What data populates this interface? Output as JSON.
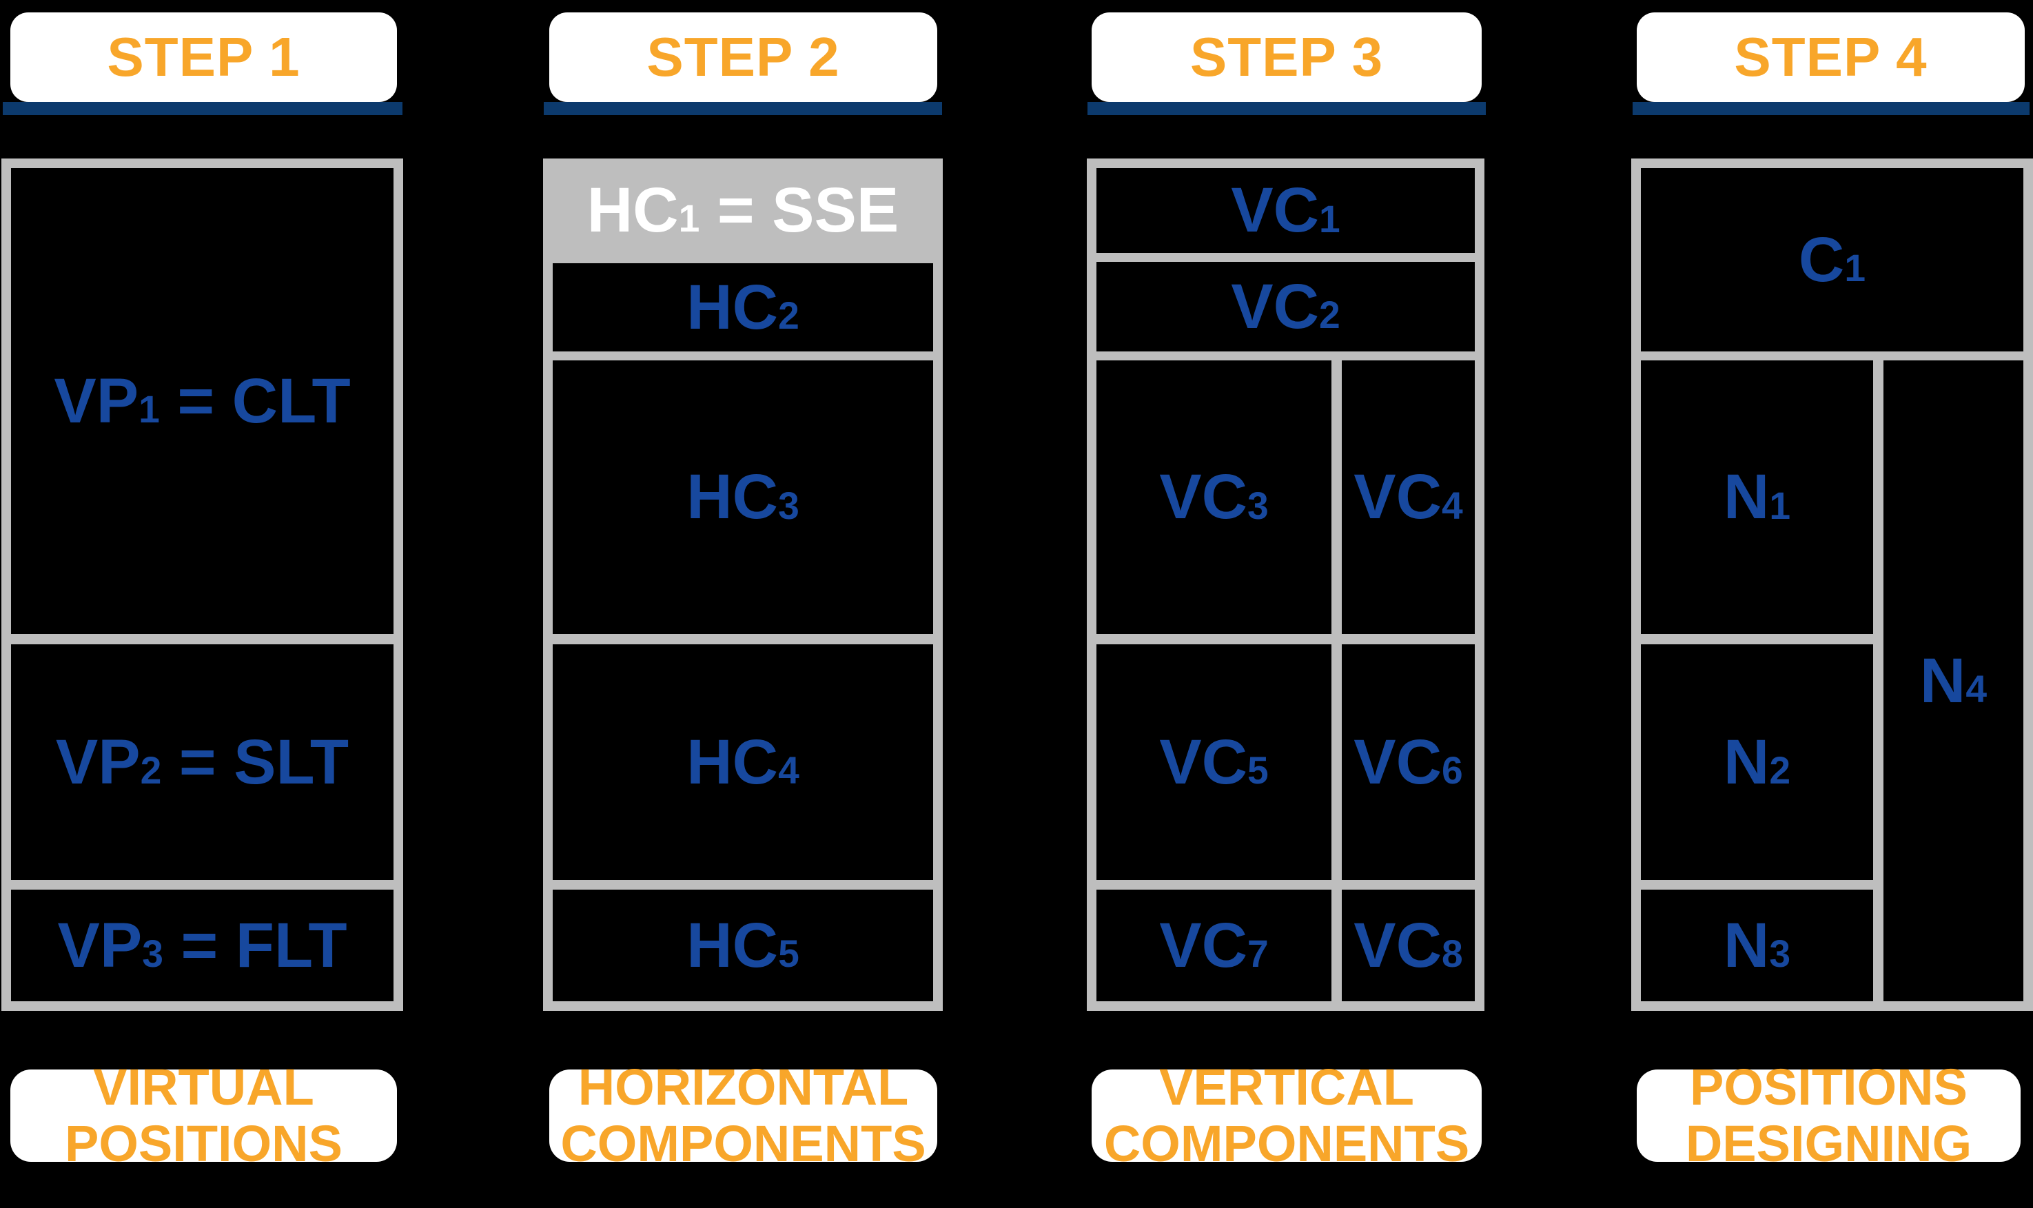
{
  "colors": {
    "background": "#000000",
    "orange_accent": "#F8A62A",
    "navy_underline": "#0C3A6D",
    "blue_text": "#17489E",
    "gray_border": "#BEBEBE",
    "white": "#FFFFFF"
  },
  "steps": [
    {
      "title": "STEP 1",
      "footer": {
        "line1": "VIRTUAL",
        "line2": "POSITIONS"
      },
      "cells": [
        {
          "pre": "VP",
          "sub": "1",
          "post": " = CLT"
        },
        {
          "pre": "VP",
          "sub": "2",
          "post": " = SLT"
        },
        {
          "pre": "VP",
          "sub": "3",
          "post": " = FLT"
        }
      ]
    },
    {
      "title": "STEP 2",
      "footer": {
        "line1": "HORIZONTAL",
        "line2": "COMPONENTS"
      },
      "cells": [
        {
          "pre": "HC",
          "sub": "1",
          "post": " = SSE"
        },
        {
          "pre": "HC",
          "sub": "2",
          "post": ""
        },
        {
          "pre": "HC",
          "sub": "3",
          "post": ""
        },
        {
          "pre": "HC",
          "sub": "4",
          "post": ""
        },
        {
          "pre": "HC",
          "sub": "5",
          "post": ""
        }
      ]
    },
    {
      "title": "STEP 3",
      "footer": {
        "line1": "VERTICAL",
        "line2": "COMPONENTS"
      },
      "cells": [
        {
          "pre": "VC",
          "sub": "1",
          "post": ""
        },
        {
          "pre": "VC",
          "sub": "2",
          "post": ""
        },
        {
          "pre": "VC",
          "sub": "3",
          "post": ""
        },
        {
          "pre": "VC",
          "sub": "4",
          "post": ""
        },
        {
          "pre": "VC",
          "sub": "5",
          "post": ""
        },
        {
          "pre": "VC",
          "sub": "6",
          "post": ""
        },
        {
          "pre": "VC",
          "sub": "7",
          "post": ""
        },
        {
          "pre": "VC",
          "sub": "8",
          "post": ""
        }
      ]
    },
    {
      "title": "STEP 4",
      "footer": {
        "line1": "POSITIONS",
        "line2": "DESIGNING"
      },
      "cells": [
        {
          "pre": "C",
          "sub": "1",
          "post": ""
        },
        {
          "pre": "N",
          "sub": "1",
          "post": ""
        },
        {
          "pre": "N",
          "sub": "2",
          "post": ""
        },
        {
          "pre": "N",
          "sub": "3",
          "post": ""
        },
        {
          "pre": "N",
          "sub": "4",
          "post": ""
        }
      ]
    }
  ]
}
